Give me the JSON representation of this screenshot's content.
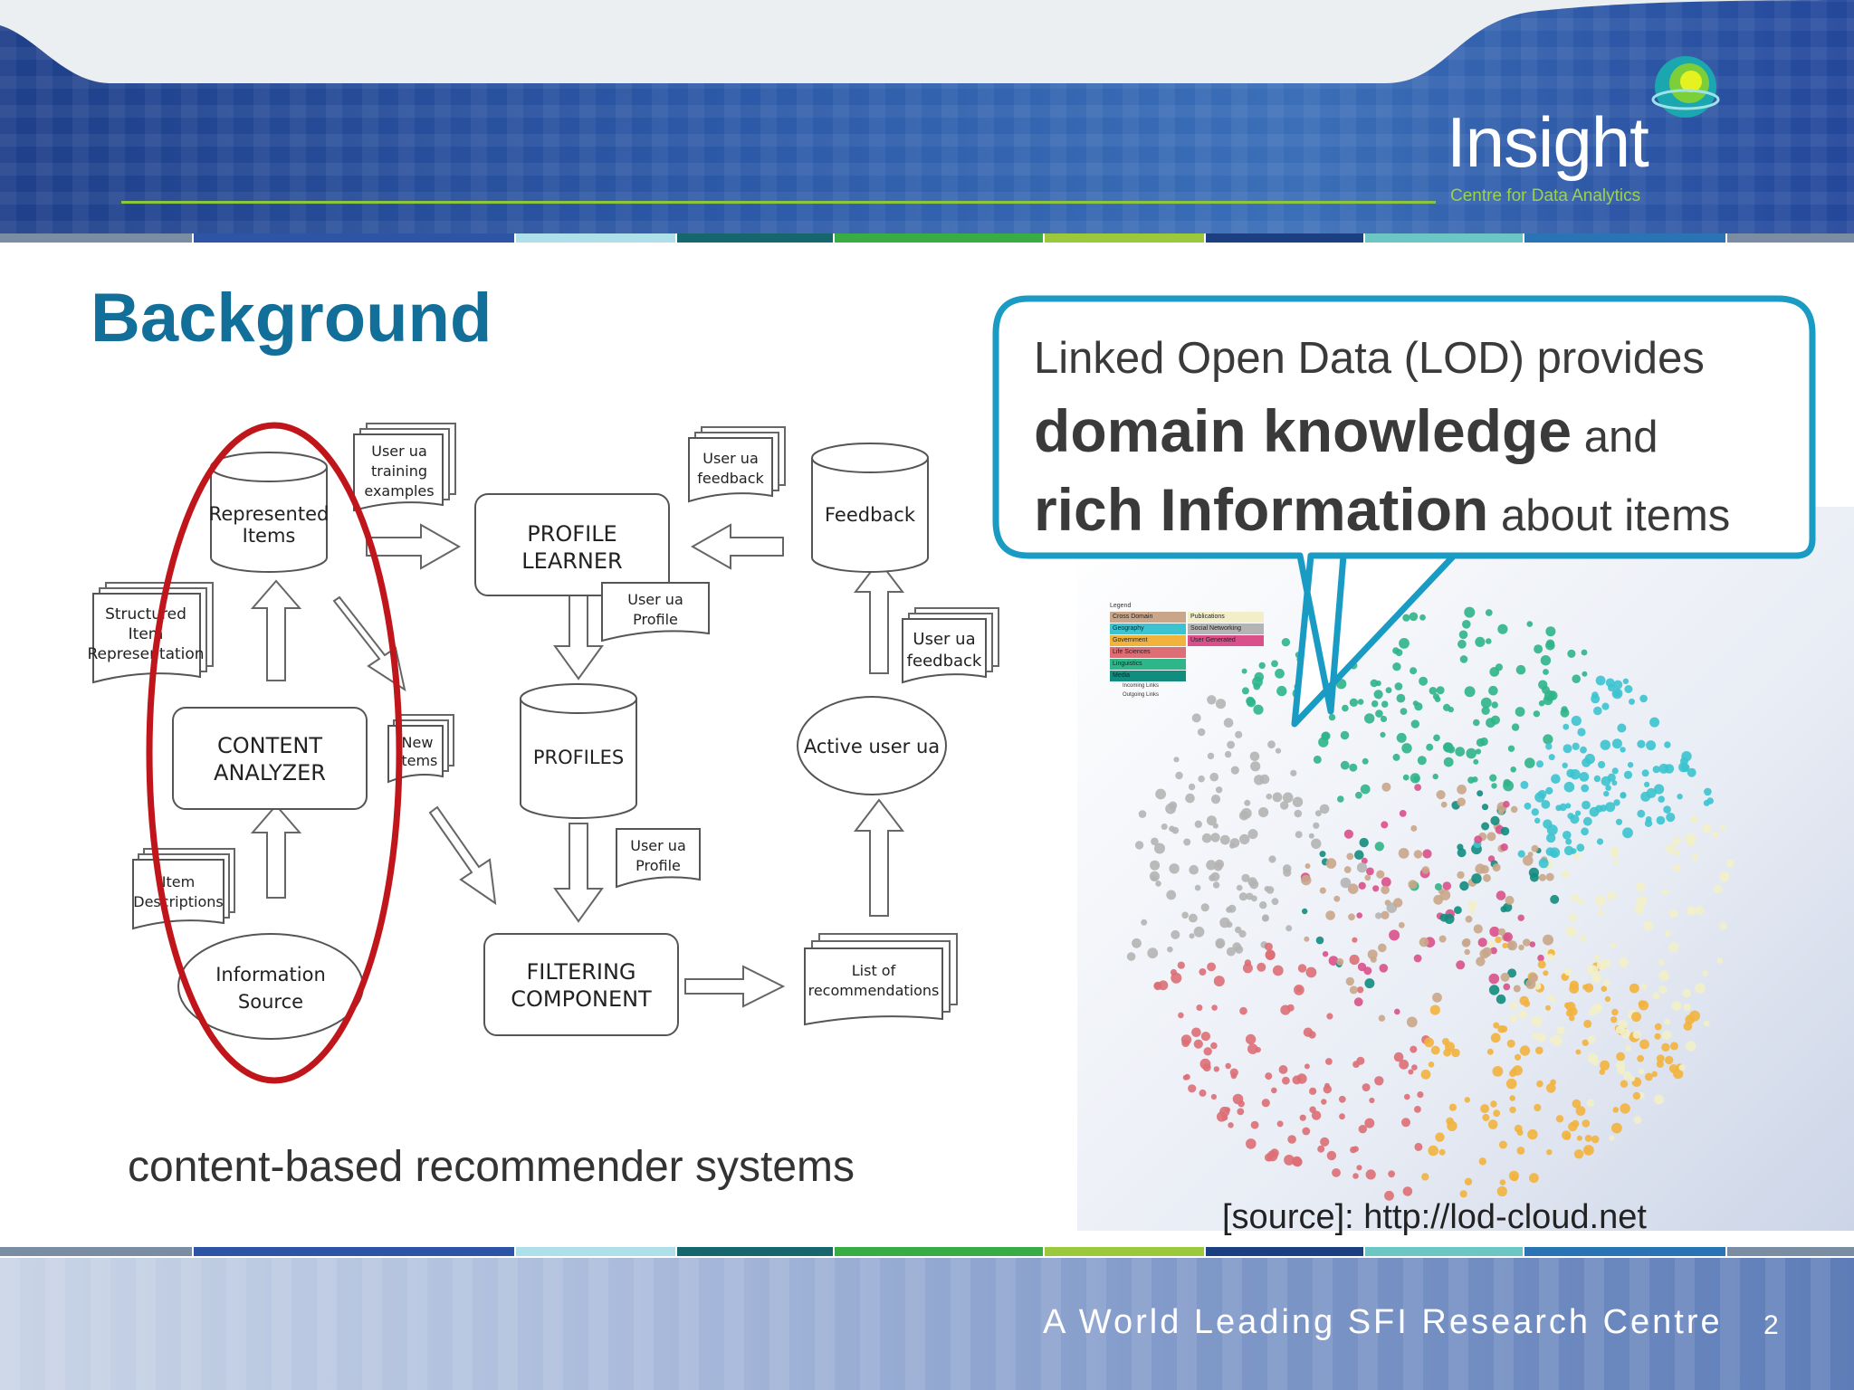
{
  "header": {
    "logo_name": "Insight",
    "logo_subtitle": "Centre for Data Analytics",
    "logo_icon": "globe-icon"
  },
  "slide": {
    "title": "Background",
    "caption": "content-based recommender systems",
    "source": "[source]: http://lod-cloud.net"
  },
  "callout": {
    "line1": "Linked Open Data (LOD) provides",
    "bold1": "domain knowledge",
    "mid": " and",
    "bold2": "rich Information",
    "end": " about items"
  },
  "diagram": {
    "represented_items": "Represented Items",
    "structured_item": "Structured Item Representation",
    "content_analyzer": "CONTENT ANALYZER",
    "item_descriptions": "Item Descriptions",
    "information_source": "Information Source",
    "training_examples": "User ua training examples",
    "profile_learner": "PROFILE LEARNER",
    "ua_feedback_top": "User ua feedback",
    "feedback": "Feedback",
    "ua_profile_1": "User ua Profile",
    "profiles": "PROFILES",
    "ua_profile_2": "User ua Profile",
    "new_items": "New Items",
    "active_user": "Active user ua",
    "ua_feedback_right": "User ua feedback",
    "filtering_component": "FILTERING COMPONENT",
    "list_of_recommendations": "List of recommendations"
  },
  "legend": {
    "title": "Legend",
    "items": [
      {
        "label": "Cross Domain",
        "color": "#c9a68a"
      },
      {
        "label": "Publications",
        "color": "#f2efc8"
      },
      {
        "label": "Geography",
        "color": "#3cc3cf"
      },
      {
        "label": "Social Networking",
        "color": "#b4b4b4"
      },
      {
        "label": "Government",
        "color": "#f2b33d"
      },
      {
        "label": "User Generated",
        "color": "#d9508a"
      },
      {
        "label": "Life Sciences",
        "color": "#dd6e76"
      },
      {
        "label": "Linguistics",
        "color": "#2fb58a"
      },
      {
        "label": "Media",
        "color": "#128c7e"
      }
    ],
    "incoming": "Incoming Links",
    "outgoing": "Outgoing Links"
  },
  "footer": {
    "tagline": "A World Leading SFI Research Centre",
    "page_number": "2"
  },
  "colors": {
    "title": "#116f99",
    "callout_border": "#1a9bc4",
    "ellipse": "#c0161b",
    "logo_accent": "#8cc63f"
  }
}
